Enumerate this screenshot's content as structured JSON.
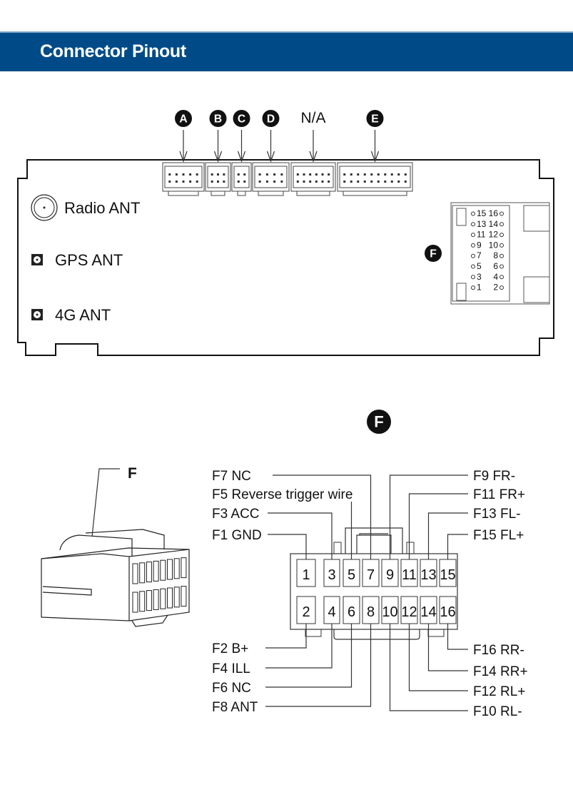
{
  "header": {
    "title": "Connector Pinout"
  },
  "colors": {
    "header_bg": "#004b87",
    "ink": "#111111"
  },
  "unit": {
    "top_connectors": [
      {
        "id": "A",
        "label": "A",
        "badge": true,
        "cols": 5
      },
      {
        "id": "B",
        "label": "B",
        "badge": true,
        "cols": 3
      },
      {
        "id": "C",
        "label": "C",
        "badge": true,
        "cols": 2
      },
      {
        "id": "D",
        "label": "D",
        "badge": true,
        "cols": 4
      },
      {
        "id": "NA",
        "label": "N/A",
        "badge": false,
        "cols": 6
      },
      {
        "id": "E",
        "label": "E",
        "badge": true,
        "cols": 10
      }
    ],
    "antennas": [
      {
        "label": "Radio ANT",
        "type": "round"
      },
      {
        "label": "GPS ANT",
        "type": "square"
      },
      {
        "label": "4G ANT",
        "type": "square"
      }
    ],
    "f_badge": "F",
    "f_pins_left": [
      "15",
      "13",
      "11",
      "9",
      "7",
      "5",
      "3",
      "1"
    ],
    "f_pins_right": [
      "16",
      "14",
      "12",
      "10",
      "8",
      "6",
      "4",
      "2"
    ]
  },
  "detail": {
    "badge": "F",
    "plug_label": "F",
    "top_row": [
      "1",
      "3",
      "5",
      "7",
      "9",
      "11",
      "13",
      "15"
    ],
    "bottom_row": [
      "2",
      "4",
      "6",
      "8",
      "10",
      "12",
      "14",
      "16"
    ],
    "left_top_labels": [
      {
        "pin": "7",
        "text": "F7  NC"
      },
      {
        "pin": "5",
        "text": "F5  Reverse trigger wire"
      },
      {
        "pin": "3",
        "text": "F3  ACC"
      },
      {
        "pin": "1",
        "text": "F1 GND"
      }
    ],
    "right_top_labels": [
      {
        "pin": "9",
        "text": "F9  FR-"
      },
      {
        "pin": "11",
        "text": "F11  FR+"
      },
      {
        "pin": "13",
        "text": "F13  FL-"
      },
      {
        "pin": "15",
        "text": "F15  FL+"
      }
    ],
    "left_bottom_labels": [
      {
        "pin": "2",
        "text": "F2  B+"
      },
      {
        "pin": "4",
        "text": "F4  ILL"
      },
      {
        "pin": "6",
        "text": "F6  NC"
      },
      {
        "pin": "8",
        "text": "F8  ANT"
      }
    ],
    "right_bottom_labels": [
      {
        "pin": "16",
        "text": "F16  RR-"
      },
      {
        "pin": "14",
        "text": "F14  RR+"
      },
      {
        "pin": "12",
        "text": "F12  RL+"
      },
      {
        "pin": "10",
        "text": "F10  RL-"
      }
    ]
  }
}
